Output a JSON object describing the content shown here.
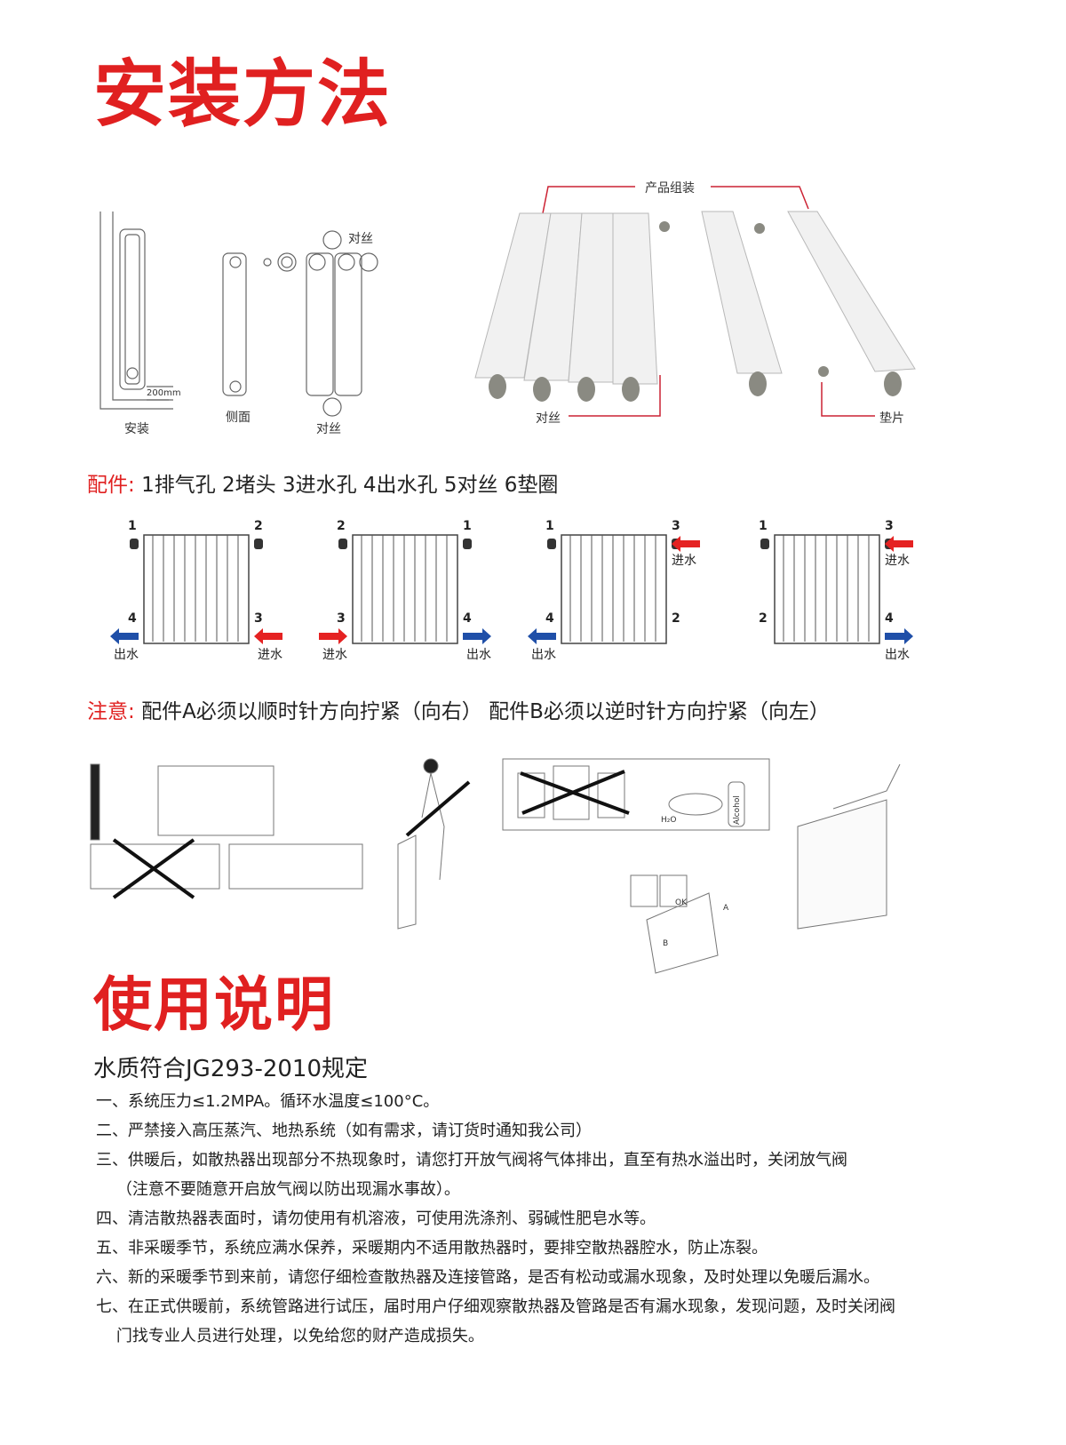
{
  "install": {
    "title": "安装方法",
    "top_labels": {
      "install": "安装",
      "side": "侧面",
      "pair_top": "对丝",
      "pair_bottom": "对丝",
      "dim": "200mm",
      "assembly": "产品组装",
      "pair_wire": "对丝",
      "gasket": "垫片"
    },
    "parts_prefix": "配件:",
    "parts": "1排气孔  2堵头   3进水孔   4出水孔   5对丝   6垫圈",
    "diagrams": [
      {
        "tl": "1",
        "tr": "2",
        "bl": "4",
        "br": "3",
        "left_arrow": "out",
        "right_arrow": "in",
        "left_text": "出水",
        "right_text": "进水",
        "side_text_pos": "bottom"
      },
      {
        "tl": "2",
        "tr": "1",
        "bl": "3",
        "br": "4",
        "left_arrow": "in",
        "right_arrow": "out",
        "left_text": "进水",
        "right_text": "出水",
        "side_text_pos": "bottom"
      },
      {
        "tl": "1",
        "tr": "3",
        "bl": "4",
        "br": "2",
        "left_arrow": "out",
        "right_arrow": "in-top",
        "left_text": "出水",
        "right_text": "进水",
        "side_text_pos": "mixed"
      },
      {
        "tl": "1",
        "tr": "3",
        "bl": "2",
        "br": "4",
        "left_arrow": "none",
        "right_arrow": "in-top-out-bottom",
        "left_text": "",
        "right_text": "进水",
        "right_text2": "出水",
        "side_text_pos": "mixed"
      }
    ],
    "note_prefix": "注意:",
    "note": "配件A必须以顺时针方向拧紧（向右） 配件B必须以逆时针方向拧紧（向左）",
    "illustration_labels": {
      "h2o": "H₂O",
      "alcohol": "Alcohol",
      "ok": "OK",
      "a": "A",
      "b": "B"
    }
  },
  "usage": {
    "title": "使用说明",
    "subtitle": "水质符合JG293-2010规定",
    "items": [
      "一、系统压力≤1.2MPA。循环水温度≤100°C。",
      "二、严禁接入高压蒸汽、地热系统（如有需求，请订货时通知我公司）",
      "三、供暖后，如散热器出现部分不热现象时，请您打开放气阀将气体排出，直至有热水溢出时，关闭放气阀",
      "    （注意不要随意开启放气阀以防出现漏水事故）。",
      "四、清洁散热器表面时，请勿使用有机溶液，可使用洗涤剂、弱碱性肥皂水等。",
      "五、非采暖季节，系统应满水保养，采暖期内不适用散热器时，要排空散热器腔水，防止冻裂。",
      "六、新的采暖季节到来前，请您仔细检查散热器及连接管路，是否有松动或漏水现象，及时处理以免暖后漏水。",
      "七、在正式供暖前，系统管路进行试压，届时用户仔细观察散热器及管路是否有漏水现象，发现问题，及时关闭阀",
      "    门找专业人员进行处理，以免给您的财产造成损失。"
    ]
  },
  "colors": {
    "accent": "#e02020",
    "hot": "#e52222",
    "cold": "#1f4fa8"
  }
}
